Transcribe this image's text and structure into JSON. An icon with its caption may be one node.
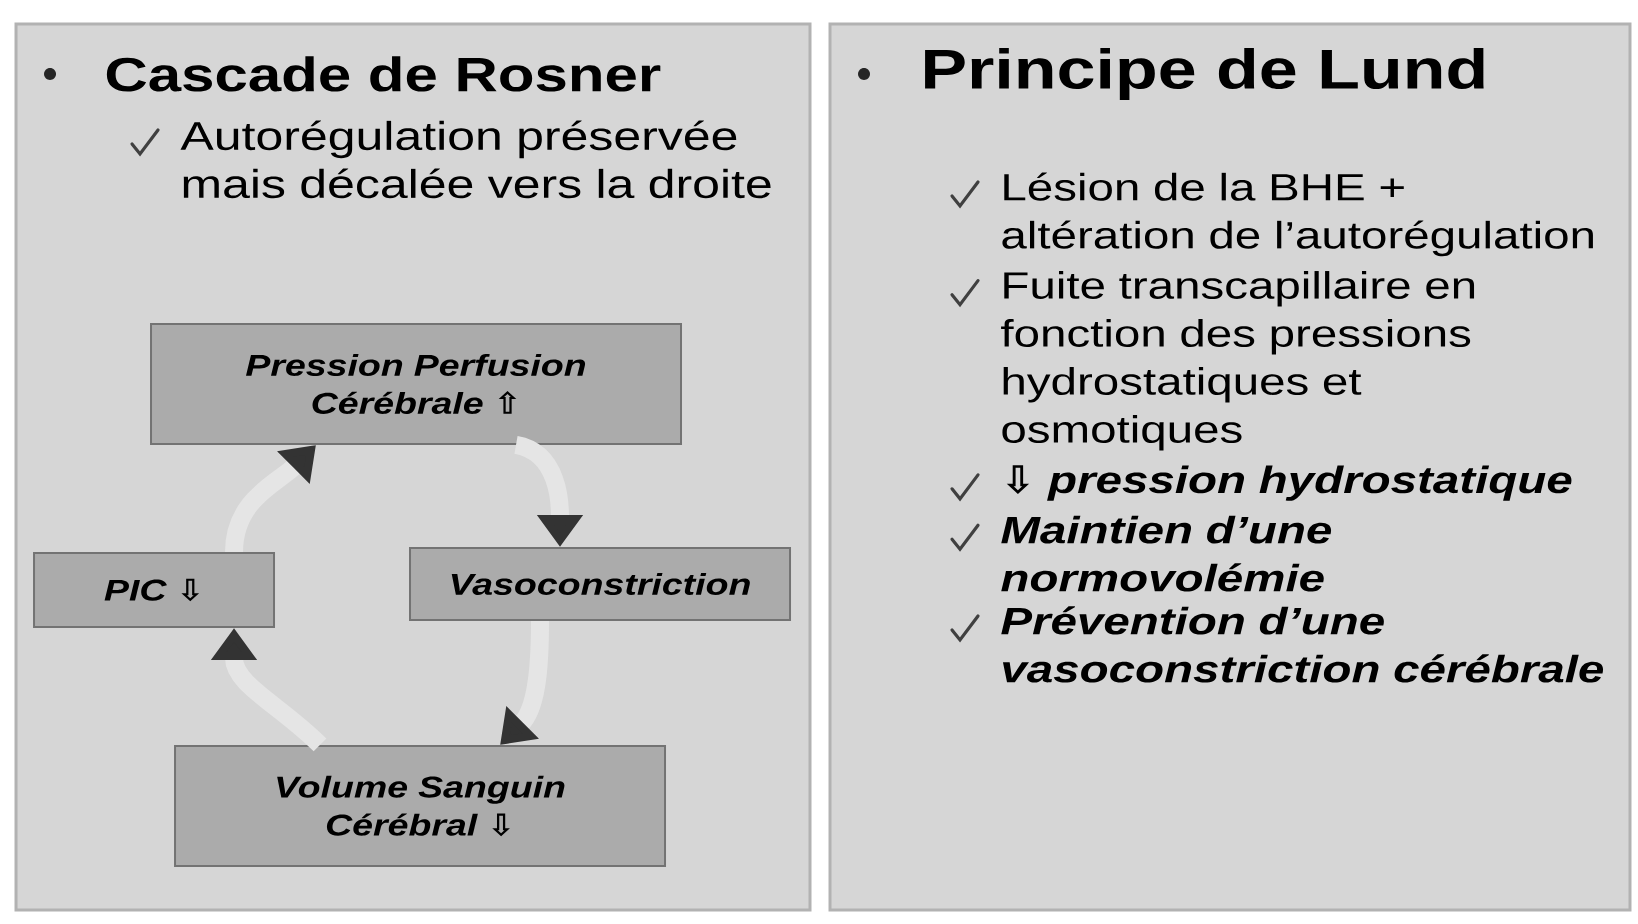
{
  "diagram": {
    "nodes": [
      {
        "text": [
          "Cascade de Rosner",
          "Autorégulation préservée mais décalée vers la droite"
        ]
      },
      {
        "text": [
          "Pression Perfusion Cérébrale ⇧"
        ],
        "in": 0
      },
      {
        "text": [
          "Vasoconstriction"
        ],
        "in": 0
      },
      {
        "text": [
          "Volume Sanguin Cérébral ⇩"
        ],
        "in": 0
      },
      {
        "text": [
          "PIC ⇩"
        ],
        "in": 0
      },
      {
        "text": [
          "Principe de Lund",
          "Lésion de la BHE + altération de l’autorégulation",
          "Fuite transcapillaire en fonction des pressions hydrostatiques et osmotiques",
          "⇩ pression hydrostatique",
          "Maintien d’une normovolémie",
          "Prévention d’une vasoconstriction cérébrale"
        ]
      }
    ],
    "edges": [
      {
        "from": 1,
        "to": 2,
        "arrow": "to"
      },
      {
        "from": 2,
        "to": 3,
        "arrow": "to"
      },
      {
        "from": 3,
        "to": 4,
        "arrow": "to"
      },
      {
        "from": 4,
        "to": 1,
        "arrow": "to"
      }
    ]
  }
}
